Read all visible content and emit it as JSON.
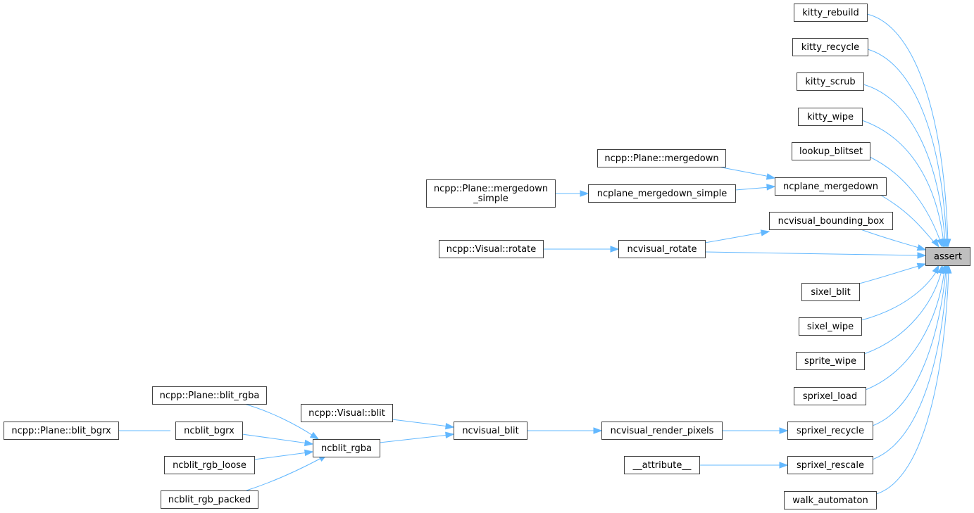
{
  "graph": {
    "edge_color": "#63b8ff",
    "root_fill": "#bfbfbf",
    "nodes": {
      "assert": [
        "assert"
      ],
      "kitty_rebuild": [
        "kitty_rebuild"
      ],
      "kitty_recycle": [
        "kitty_recycle"
      ],
      "kitty_scrub": [
        "kitty_scrub"
      ],
      "kitty_wipe": [
        "kitty_wipe"
      ],
      "lookup_blitset": [
        "lookup_blitset"
      ],
      "ncpp_plane_mergedown": [
        "ncpp::Plane::mergedown"
      ],
      "ncplane_mergedown": [
        "ncplane_mergedown"
      ],
      "ncpp_plane_mergedown_simple": [
        "ncpp::Plane::mergedown",
        "_simple"
      ],
      "ncplane_mergedown_simple": [
        "ncplane_mergedown_simple"
      ],
      "ncvisual_bounding_box": [
        "ncvisual_bounding_box"
      ],
      "ncpp_visual_rotate": [
        "ncpp::Visual::rotate"
      ],
      "ncvisual_rotate": [
        "ncvisual_rotate"
      ],
      "sixel_blit": [
        "sixel_blit"
      ],
      "sixel_wipe": [
        "sixel_wipe"
      ],
      "sprite_wipe": [
        "sprite_wipe"
      ],
      "sprixel_load": [
        "sprixel_load"
      ],
      "ncpp_plane_blit_rgba": [
        "ncpp::Plane::blit_rgba"
      ],
      "ncpp_visual_blit": [
        "ncpp::Visual::blit"
      ],
      "ncpp_plane_blit_bgrx": [
        "ncpp::Plane::blit_bgrx"
      ],
      "ncblit_bgrx": [
        "ncblit_bgrx"
      ],
      "ncblit_rgba": [
        "ncblit_rgba"
      ],
      "ncvisual_blit": [
        "ncvisual_blit"
      ],
      "ncvisual_render_pixels": [
        "ncvisual_render_pixels"
      ],
      "sprixel_recycle": [
        "sprixel_recycle"
      ],
      "ncblit_rgb_loose": [
        "ncblit_rgb_loose"
      ],
      "attribute": [
        "__attribute__"
      ],
      "sprixel_rescale": [
        "sprixel_rescale"
      ],
      "ncblit_rgb_packed": [
        "ncblit_rgb_packed"
      ],
      "walk_automaton": [
        "walk_automaton"
      ]
    },
    "edges": [
      [
        "kitty_rebuild",
        "assert"
      ],
      [
        "kitty_recycle",
        "assert"
      ],
      [
        "kitty_scrub",
        "assert"
      ],
      [
        "kitty_wipe",
        "assert"
      ],
      [
        "lookup_blitset",
        "assert"
      ],
      [
        "ncplane_mergedown",
        "assert"
      ],
      [
        "ncvisual_bounding_box",
        "assert"
      ],
      [
        "ncvisual_rotate",
        "assert"
      ],
      [
        "sixel_blit",
        "assert"
      ],
      [
        "sixel_wipe",
        "assert"
      ],
      [
        "sprite_wipe",
        "assert"
      ],
      [
        "sprixel_load",
        "assert"
      ],
      [
        "sprixel_recycle",
        "assert"
      ],
      [
        "sprixel_rescale",
        "assert"
      ],
      [
        "walk_automaton",
        "assert"
      ],
      [
        "ncpp_plane_mergedown",
        "ncplane_mergedown"
      ],
      [
        "ncplane_mergedown_simple",
        "ncplane_mergedown"
      ],
      [
        "ncpp_plane_mergedown_simple",
        "ncplane_mergedown_simple"
      ],
      [
        "ncvisual_rotate",
        "ncvisual_bounding_box"
      ],
      [
        "ncpp_visual_rotate",
        "ncvisual_rotate"
      ],
      [
        "ncvisual_render_pixels",
        "sprixel_recycle"
      ],
      [
        "attribute",
        "sprixel_rescale"
      ],
      [
        "ncvisual_blit",
        "ncvisual_render_pixels"
      ],
      [
        "ncpp_visual_blit",
        "ncvisual_blit"
      ],
      [
        "ncblit_rgba",
        "ncvisual_blit"
      ],
      [
        "ncpp_plane_blit_rgba",
        "ncblit_rgba"
      ],
      [
        "ncblit_bgrx",
        "ncblit_rgba"
      ],
      [
        "ncblit_rgb_loose",
        "ncblit_rgba"
      ],
      [
        "ncblit_rgb_packed",
        "ncblit_rgba"
      ],
      [
        "ncpp_plane_blit_bgrx",
        "ncblit_bgrx"
      ]
    ]
  }
}
